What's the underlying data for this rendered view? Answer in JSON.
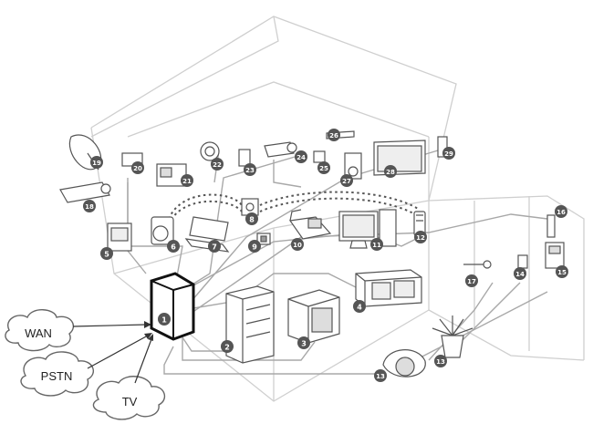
{
  "clouds": [
    {
      "id": "wan",
      "label": "WAN"
    },
    {
      "id": "pstn",
      "label": "PSTN"
    },
    {
      "id": "tv",
      "label": "TV"
    }
  ],
  "badges": [
    {
      "id": "b1",
      "label": "1",
      "device": "distribution-cabinet"
    },
    {
      "id": "b2",
      "label": "2",
      "device": "tall-rack"
    },
    {
      "id": "b3",
      "label": "3",
      "device": "server-unit"
    },
    {
      "id": "b4",
      "label": "4",
      "device": "wall-cabinet"
    },
    {
      "id": "b5",
      "label": "5",
      "device": "wall-panel"
    },
    {
      "id": "b6",
      "label": "6",
      "device": "speaker"
    },
    {
      "id": "b7",
      "label": "7",
      "device": "laptop"
    },
    {
      "id": "b8",
      "label": "8",
      "device": "wireless-access-point"
    },
    {
      "id": "b9",
      "label": "9",
      "device": "outlet"
    },
    {
      "id": "b10",
      "label": "10",
      "device": "desk-phone"
    },
    {
      "id": "b11",
      "label": "11",
      "device": "desktop-computer"
    },
    {
      "id": "b12",
      "label": "12",
      "device": "cordless-phone"
    },
    {
      "id": "b13",
      "label": "13",
      "device": "garden-speaker"
    },
    {
      "id": "b13b",
      "label": "13",
      "device": "plant-planter"
    },
    {
      "id": "b14",
      "label": "14",
      "device": "switch"
    },
    {
      "id": "b15",
      "label": "15",
      "device": "intercom"
    },
    {
      "id": "b16",
      "label": "16",
      "device": "outdoor-light"
    },
    {
      "id": "b17",
      "label": "17",
      "device": "door-handle"
    },
    {
      "id": "b18",
      "label": "18",
      "device": "outdoor-camera"
    },
    {
      "id": "b19",
      "label": "19",
      "device": "satellite-dish"
    },
    {
      "id": "b20",
      "label": "20",
      "device": "thermostat"
    },
    {
      "id": "b21",
      "label": "21",
      "device": "stereo"
    },
    {
      "id": "b22",
      "label": "22",
      "device": "ceiling-speaker"
    },
    {
      "id": "b23",
      "label": "23",
      "device": "wall-switch"
    },
    {
      "id": "b24",
      "label": "24",
      "device": "security-camera"
    },
    {
      "id": "b25",
      "label": "25",
      "device": "sensor"
    },
    {
      "id": "b26",
      "label": "26",
      "device": "remote"
    },
    {
      "id": "b27",
      "label": "27",
      "device": "speaker-box"
    },
    {
      "id": "b28",
      "label": "28",
      "device": "flat-tv"
    },
    {
      "id": "b29",
      "label": "29",
      "device": "dome-camera"
    }
  ],
  "colors": {
    "line": "#b8b8b8",
    "device": "#555555",
    "badge": "#6e6e6e",
    "hub": "#111111"
  }
}
